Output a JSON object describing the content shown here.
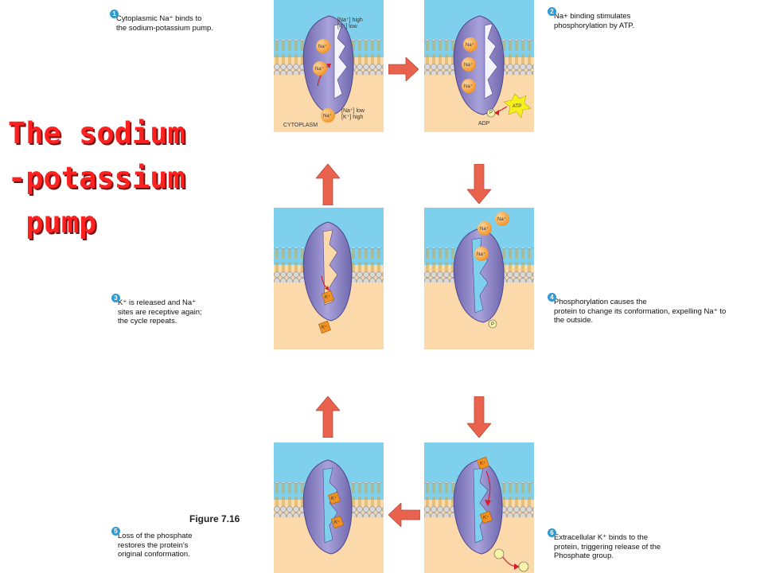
{
  "title": {
    "line1": "The sodium",
    "line2": "-potassium",
    "line3": " pump"
  },
  "figure_label": "Figure 7.16",
  "steps": [
    {
      "number": "1",
      "text": "Cytoplasmic Na⁺ binds to\nthe sodium-potassium pump."
    },
    {
      "number": "2",
      "text": "Na+ binding stimulates\nphosphorylation by ATP."
    },
    {
      "number": "3",
      "text": "K⁺ is released and Na⁺\nsites are receptive again;\nthe cycle repeats."
    },
    {
      "number": "4",
      "text": "Phosphorylation causes the\nprotein to change its conformation, expelling Na⁺ to\nthe outside."
    },
    {
      "number": "5",
      "text": "Loss of the phosphate\nrestores the protein's\noriginal conformation."
    },
    {
      "number": "6",
      "text": "Extracellular K⁺ binds to the\nprotein, triggering release of the\nPhosphate group."
    }
  ],
  "panel_labels": {
    "extracellular": "[Na⁺] high\n[K⁺] low",
    "cytoplasmic": "[Na⁺] low\n[K⁺] high",
    "cytoplasm": "CYTOPLASM",
    "adp": "ADP",
    "atp": "ATP",
    "phosphate": "P",
    "na": "Na⁺",
    "k": "K⁺"
  },
  "colors": {
    "extracellular": "#7fd0ec",
    "cytoplasm": "#fbd9aa",
    "protein": "#8f86c4",
    "arrow": "#e8624e",
    "badge": "#2e9bd1",
    "title": "#ff2020"
  }
}
